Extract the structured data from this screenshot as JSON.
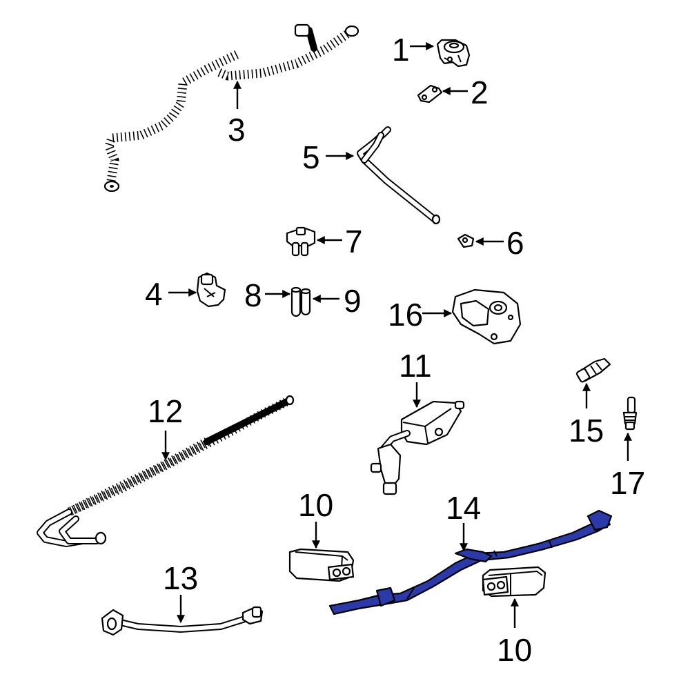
{
  "colors": {
    "background": "#ffffff",
    "line": "#000000",
    "highlight": "#2b3aa8"
  },
  "highlighted_part": "14",
  "callouts": {
    "c1": "1",
    "c2": "2",
    "c3": "3",
    "c4": "4",
    "c5": "5",
    "c6": "6",
    "c7": "7",
    "c8": "8",
    "c9": "9",
    "c10a": "10",
    "c10b": "10",
    "c11": "11",
    "c12": "12",
    "c13": "13",
    "c14": "14",
    "c15": "15",
    "c16": "16",
    "c17": "17"
  }
}
